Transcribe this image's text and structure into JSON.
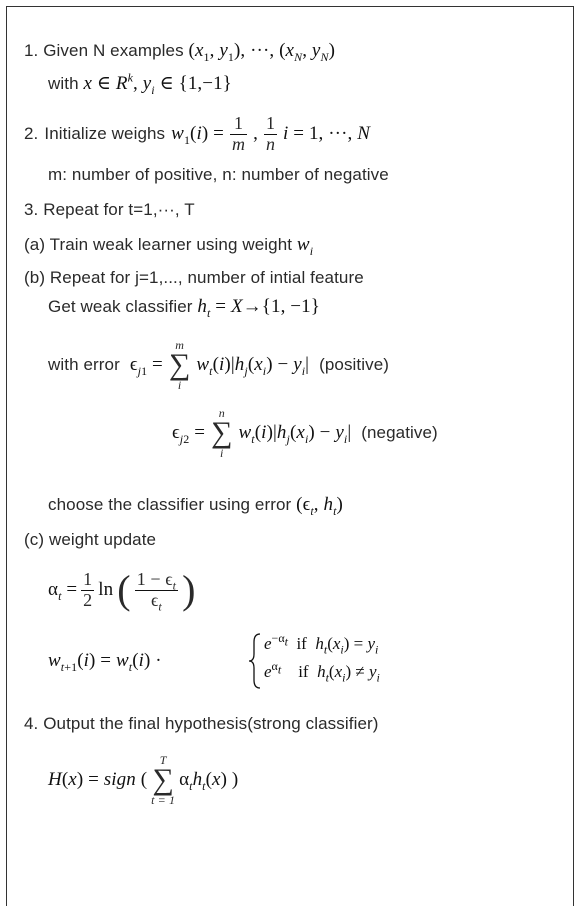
{
  "step1": {
    "num": "1.",
    "text": "Given N examples",
    "examples": "(x₁, y₁), ···, (xₙ, yₙ)",
    "with": "with",
    "domain": "x ∈ Rᵏ, yᵢ ∈ {1, −1}"
  },
  "step2": {
    "num": "2.",
    "text": "Initialize weighs",
    "lhs": "w₁(i) =",
    "range": "i = 1, ···, N",
    "note": "m: number of positive, n: number of negative"
  },
  "step3": {
    "num": "3.",
    "text": "Repeat for t=1,···, T",
    "a": "(a) Train weak learner using weight",
    "b": "(b) Repeat for j=1,..., number of intial feature",
    "get": "Get weak classifier",
    "with_error": "with error",
    "positive": "(positive)",
    "negative": "(negative)",
    "choose": "choose the classifier using error",
    "c": "(c) weight update",
    "if1": "if",
    "if2": "if"
  },
  "step4": {
    "num": "4.",
    "text": "Output the final hypothesis(strong classifier)"
  }
}
